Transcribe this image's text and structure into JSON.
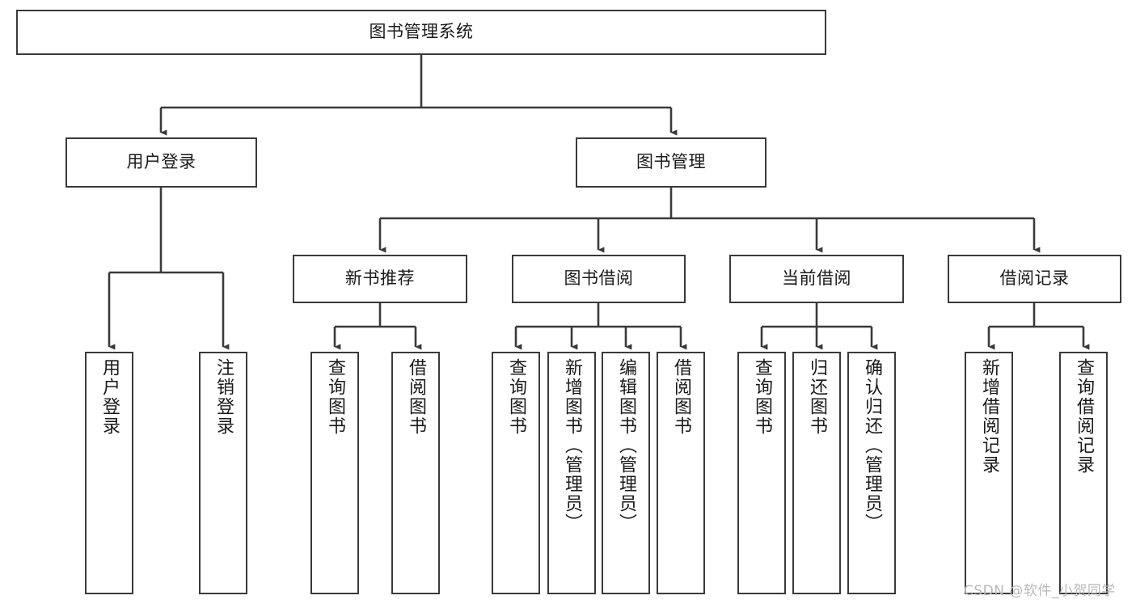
{
  "diagram": {
    "type": "hierarchy-tree",
    "title": "图书管理系统",
    "root": {
      "label": "图书管理系统"
    },
    "level2": [
      {
        "id": "user-login",
        "label": "用户登录"
      },
      {
        "id": "book-manage",
        "label": "图书管理"
      }
    ],
    "level3": [
      {
        "id": "new-book-recommend",
        "label": "新书推荐",
        "parent": "book-manage"
      },
      {
        "id": "book-borrow",
        "label": "图书借阅",
        "parent": "book-manage"
      },
      {
        "id": "current-borrow",
        "label": "当前借阅",
        "parent": "book-manage"
      },
      {
        "id": "borrow-record",
        "label": "借阅记录",
        "parent": "book-manage"
      }
    ],
    "leaves": [
      {
        "id": "leaf-user-login",
        "label": "用户登录",
        "parent": "user-login"
      },
      {
        "id": "leaf-logout-login",
        "label": "注销登录",
        "parent": "user-login"
      },
      {
        "id": "leaf-query-book-1",
        "label": "查询图书",
        "parent": "new-book-recommend"
      },
      {
        "id": "leaf-borrow-book-1",
        "label": "借阅图书",
        "parent": "new-book-recommend"
      },
      {
        "id": "leaf-query-book-2",
        "label": "查询图书",
        "parent": "book-borrow"
      },
      {
        "id": "leaf-add-book",
        "label": "新增图书（管理员）",
        "parent": "book-borrow"
      },
      {
        "id": "leaf-edit-book",
        "label": "编辑图书（管理员）",
        "parent": "book-borrow"
      },
      {
        "id": "leaf-borrow-book-2",
        "label": "借阅图书",
        "parent": "book-borrow"
      },
      {
        "id": "leaf-query-book-3",
        "label": "查询图书",
        "parent": "current-borrow"
      },
      {
        "id": "leaf-return-book",
        "label": "归还图书",
        "parent": "current-borrow"
      },
      {
        "id": "leaf-confirm-return",
        "label": "确认归还（管理员）",
        "parent": "current-borrow"
      },
      {
        "id": "leaf-add-record",
        "label": "新增借阅记录",
        "parent": "borrow-record"
      },
      {
        "id": "leaf-query-record",
        "label": "查询借阅记录",
        "parent": "borrow-record"
      }
    ],
    "colors": {
      "stroke": "#3a3a3a",
      "fill": "#ffffff",
      "text": "#1a1a1a",
      "watermark": "#b8b8b8"
    }
  },
  "watermark": {
    "text": "CSDN @软件_小贺同学"
  }
}
